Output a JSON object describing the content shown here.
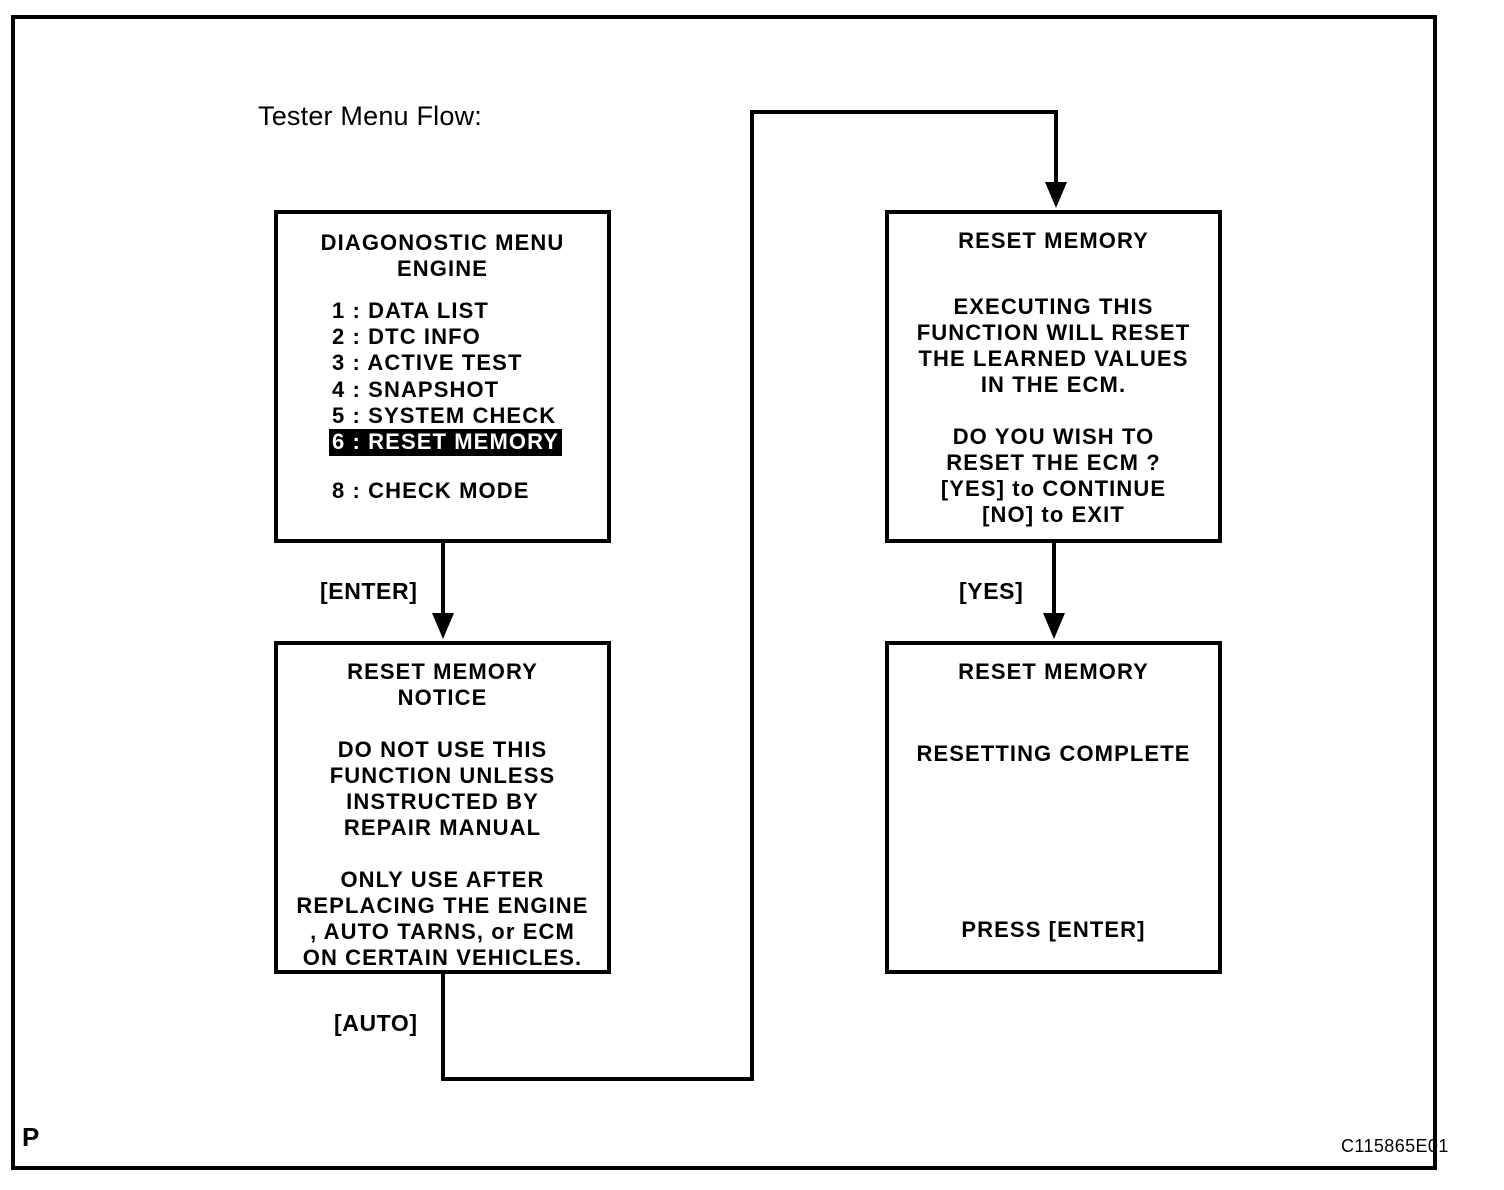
{
  "page": {
    "title": "Tester Menu Flow:",
    "page_mark": "P",
    "figure_code": "C115865E01"
  },
  "diagram": {
    "type": "flowchart",
    "boxes": [
      {
        "id": "diagnostic-menu",
        "title_lines": [
          "DIAGONOSTIC MENU",
          "ENGINE"
        ],
        "menu_items": [
          {
            "number": "1",
            "label": "1 :  DATA  LIST",
            "selected": false
          },
          {
            "number": "2",
            "label": "2 :  DTC INFO",
            "selected": false
          },
          {
            "number": "3",
            "label": "3 :  ACTIVE TEST",
            "selected": false
          },
          {
            "number": "4",
            "label": "4 :  SNAPSHOT",
            "selected": false
          },
          {
            "number": "5",
            "label": "5 :  SYSTEM  CHECK",
            "selected": false
          },
          {
            "number": "6",
            "label": "6 :  RESET  MEMORY",
            "selected": true
          },
          {
            "number": "8",
            "label": "8 :  CHECK  MODE",
            "selected": false
          }
        ]
      },
      {
        "id": "reset-notice",
        "title_lines": [
          "RESET MEMORY",
          "NOTICE"
        ],
        "body_block_1": [
          "DO NOT  USE  THIS",
          "FUNCTION  UNLESS",
          "INSTRUCTED  BY",
          "REPAIR  MANUAL"
        ],
        "body_block_2": [
          "ONLY  USE  AFTER",
          "REPLACING  THE  ENGINE",
          ",  AUTO  TARNS, or  ECM",
          "ON  CERTAIN  VEHICLES."
        ]
      },
      {
        "id": "reset-confirm",
        "title_lines": [
          "RESET MEMORY"
        ],
        "body_block_1": [
          "EXECUTING  THIS",
          "FUNCTION WILL  RESET",
          "THE  LEARNED  VALUES",
          "IN  THE  ECM."
        ],
        "body_block_2": [
          "DO  YOU  WISH  TO",
          "RESET  THE  ECM ?",
          "[YES] to  CONTINUE",
          "[NO] to  EXIT"
        ]
      },
      {
        "id": "reset-complete",
        "title_lines": [
          "RESET  MEMORY"
        ],
        "body_block_1": [
          "RESETTING  COMPLETE"
        ],
        "body_block_2": [
          "PRESS  [ENTER]"
        ]
      }
    ],
    "edges": [
      {
        "id": "enter",
        "label": "[ENTER]",
        "from": "diagnostic-menu",
        "to": "reset-notice"
      },
      {
        "id": "auto",
        "label": "[AUTO]",
        "from": "reset-notice",
        "to": "reset-confirm"
      },
      {
        "id": "yes",
        "label": "[YES]",
        "from": "reset-confirm",
        "to": "reset-complete"
      }
    ]
  }
}
